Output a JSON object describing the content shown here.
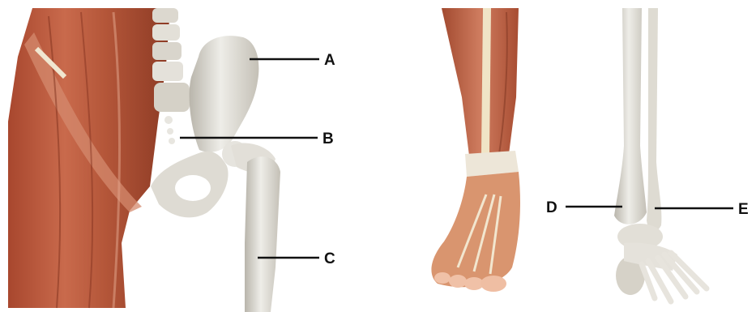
{
  "labels": {
    "a": "A",
    "b": "B",
    "c": "C",
    "d": "D",
    "e": "E"
  },
  "colors": {
    "muscle_dark": "#8e3a24",
    "muscle": "#b85a3e",
    "muscle_light": "#d98a6e",
    "tendon": "#e8dcc0",
    "bone": "#d8d5cc",
    "bone_light": "#ecebe6",
    "bone_shadow": "#a9a59b",
    "skin": "#e9b9a0",
    "leader": "#111111"
  }
}
